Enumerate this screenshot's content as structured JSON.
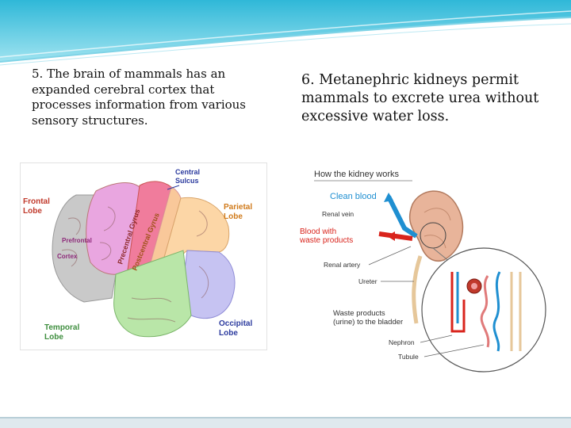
{
  "slide": {
    "left_caption": "5. The brain of mammals has an expanded cerebral cortex that processes information from various sensory structures.",
    "right_caption": "6. Metanephric kidneys permit mammals to excrete urea without excessive water loss."
  },
  "brain_diagram": {
    "labels": {
      "central_sulcus": [
        "Central",
        "Sulcus"
      ],
      "frontal_lobe": [
        "Frontal",
        "Lobe"
      ],
      "parietal_lobe": [
        "Parietal",
        "Lobe"
      ],
      "prefrontal_cortex": [
        "Prefrontal",
        "Cortex"
      ],
      "precentral_gyrus": "Precentral Gyrus",
      "postcentral_gyrus": "Postcentral Gyrus",
      "temporal_lobe": [
        "Temporal",
        "Lobe"
      ],
      "occipital_lobe": [
        "Occipital",
        "Lobe"
      ]
    },
    "colors": {
      "frontal": "#c9c9c9",
      "prefrontal": "#e9a6e0",
      "precentral": "#f07c9c",
      "postcentral": "#f9c89a",
      "parietal": "#fcd6a6",
      "temporal": "#b9e6a8",
      "occipital": "#c6c3f2",
      "label_red": "#c0392b",
      "label_green": "#3e8e3e",
      "label_blue": "#2b3a9e",
      "label_orange": "#d07a1a"
    }
  },
  "kidney_diagram": {
    "title": "How the kidney works",
    "labels": {
      "clean_blood": "Clean blood",
      "renal_vein": "Renal vein",
      "blood_waste": [
        "Blood with",
        "waste products"
      ],
      "renal_artery": "Renal artery",
      "ureter": "Ureter",
      "waste_products": [
        "Waste products",
        "(urine) to the bladder"
      ],
      "nephron": "Nephron",
      "tubule": "Tubule"
    },
    "colors": {
      "clean_blood": "#1f8fd1",
      "blood_waste": "#d9241c",
      "kidney": "#e8b49a",
      "text": "#333333"
    }
  }
}
